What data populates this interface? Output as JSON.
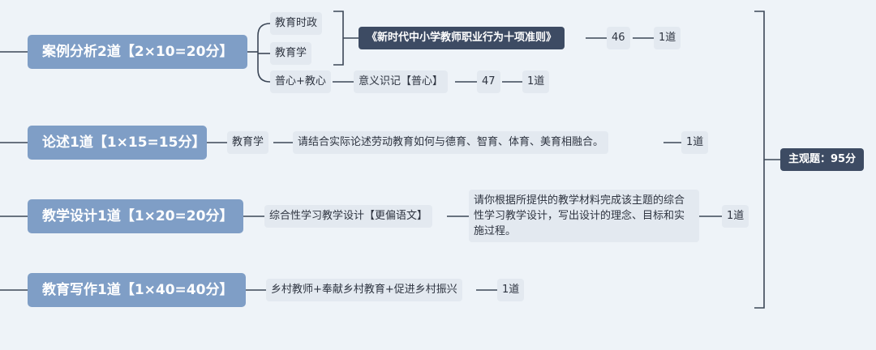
{
  "root": {
    "label": "主观题：95分"
  },
  "branches": [
    {
      "label": "案例分析2道【2×10=20分】",
      "children": [
        {
          "label": "教育时政"
        },
        {
          "label": "教育学"
        },
        {
          "label": "普心+教心"
        }
      ],
      "case1": {
        "doc": "《新时代中小学教师职业行为十项准则》",
        "number": "46",
        "count": "1道"
      },
      "case2": {
        "topic": "意义识记【普心】",
        "number": "47",
        "count": "1道"
      }
    },
    {
      "label": "论述1道【1×15=15分】",
      "subject": "教育学",
      "question": "请结合实际论述劳动教育如何与德育、智育、体育、美育相融合。",
      "count": "1道"
    },
    {
      "label": "教学设计1道【1×20=20分】",
      "subject": "综合性学习教学设计【更偏语文】",
      "question": "请你根据所提供的教学材料完成该主题的综合性学习教学设计，写出设计的理念、目标和实施过程。",
      "count": "1道"
    },
    {
      "label": "教育写作1道【1×40=40分】",
      "topic": "乡村教师+奉献乡村教育+促进乡村振兴",
      "count": "1道"
    }
  ]
}
